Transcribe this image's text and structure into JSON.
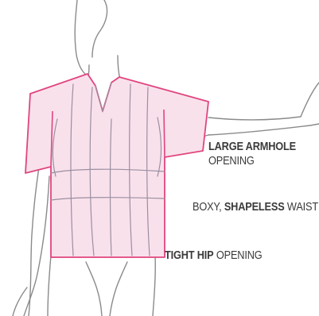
{
  "colors": {
    "garment_outline": "#e0457f",
    "garment_fill": "#f9e1ec",
    "body_line": "#8a8a8a",
    "seam_line": "#9a8fa0",
    "text": "#3a3a3a"
  },
  "labels": {
    "armhole": {
      "bold": "LARGE ARMHOLE",
      "regular": "OPENING"
    },
    "waist": {
      "prefix": "BOXY, ",
      "bold": "SHAPELESS",
      "suffix": " WAIST"
    },
    "hip": {
      "bold": "TIGHT HIP",
      "suffix": " OPENING"
    }
  }
}
